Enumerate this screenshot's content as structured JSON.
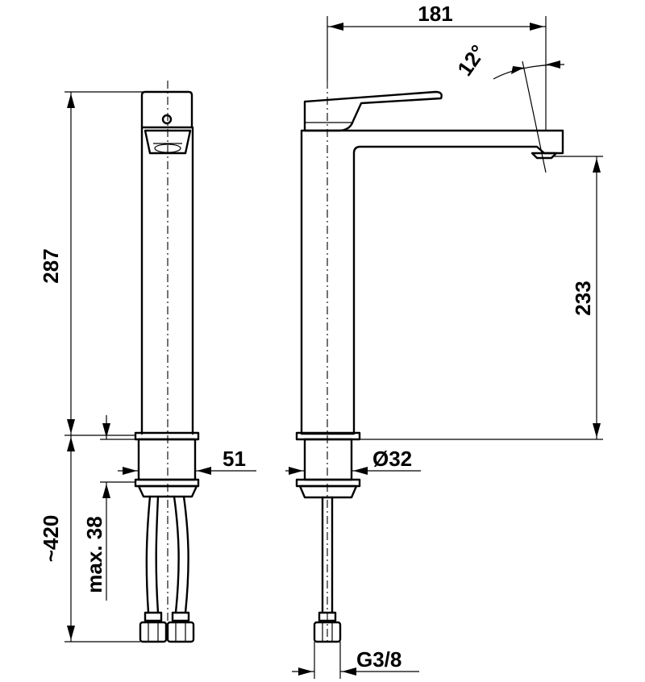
{
  "dimensions": {
    "total_height": "287",
    "below_deck_length": "~420",
    "max_deck_thickness": "max. 38",
    "base_width": "51",
    "base_diameter": "Ø32",
    "reach": "181",
    "spout_angle": "12°",
    "spout_height": "233",
    "connection_thread": "G3/8"
  }
}
